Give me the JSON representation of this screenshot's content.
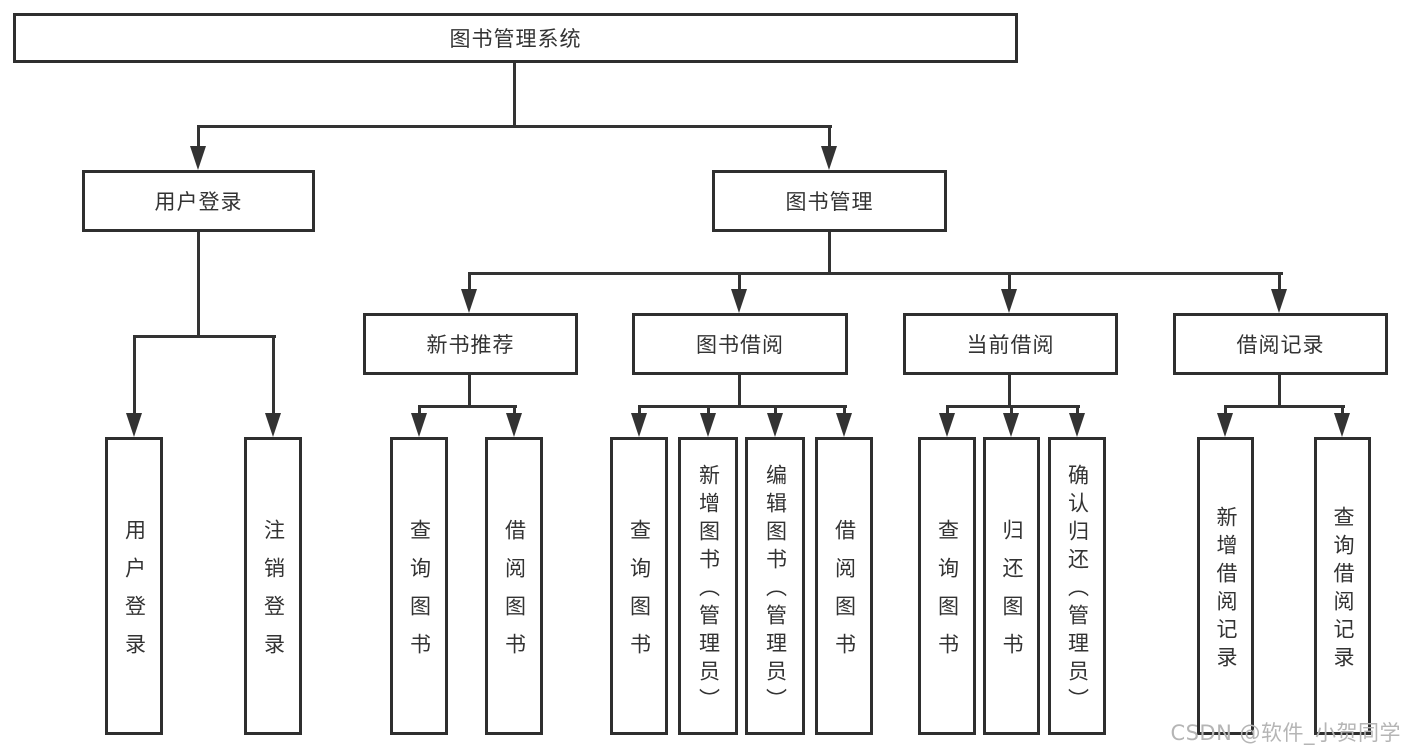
{
  "diagram": {
    "root": "图书管理系统",
    "level2": [
      {
        "label": "用户登录"
      },
      {
        "label": "图书管理"
      }
    ],
    "level3": [
      {
        "label": "新书推荐"
      },
      {
        "label": "图书借阅"
      },
      {
        "label": "当前借阅"
      },
      {
        "label": "借阅记录"
      }
    ],
    "leaves": {
      "user_login": [
        "用户登录",
        "注销登录"
      ],
      "new_books": [
        "查询图书",
        "借阅图书"
      ],
      "book_borrow": [
        "查询图书",
        "新增图书（管理员）",
        "编辑图书（管理员）",
        "借阅图书"
      ],
      "current_borrow": [
        "查询图书",
        "归还图书",
        "确认归还（管理员）"
      ],
      "borrow_records": [
        "新增借阅记录",
        "查询借阅记录"
      ]
    }
  },
  "watermark": {
    "text": "CSDN @软件_小贺同学"
  },
  "colors": {
    "line": "#333333",
    "border": "#2f2f2f",
    "text": "#333333",
    "watermark": "#b5b5b5",
    "background": "#ffffff"
  }
}
